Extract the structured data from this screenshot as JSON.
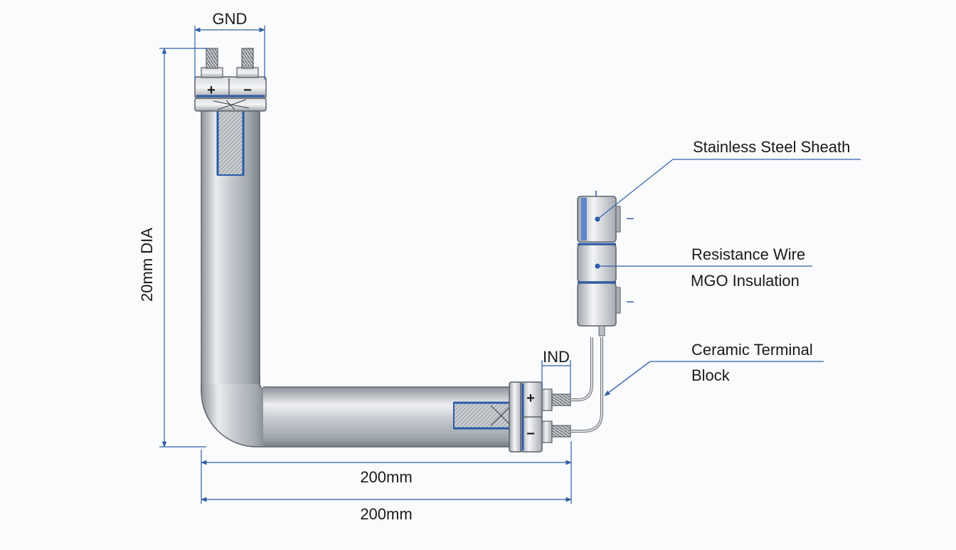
{
  "dimensions": {
    "top_width": "GND",
    "height": "20mm DIA",
    "terminal_offset": "IND",
    "length_1": "200mm",
    "length_2": "200mm"
  },
  "terminals": {
    "top_positive": "+",
    "top_negative": "−",
    "end_positive": "+",
    "end_negative": "−",
    "side_marks": [
      "−",
      "−"
    ]
  },
  "callouts": {
    "sheath": "Stainless Steel Sheath",
    "wire": "Resistance Wire",
    "insulation": "MGO Insulation",
    "terminal_line1": "Ceramic Terminal",
    "terminal_line2": "Block"
  },
  "colors": {
    "dimension_line": "#2f5fa6",
    "accent_blue": "#2b5aa8",
    "steel": "#b7bcc3"
  }
}
